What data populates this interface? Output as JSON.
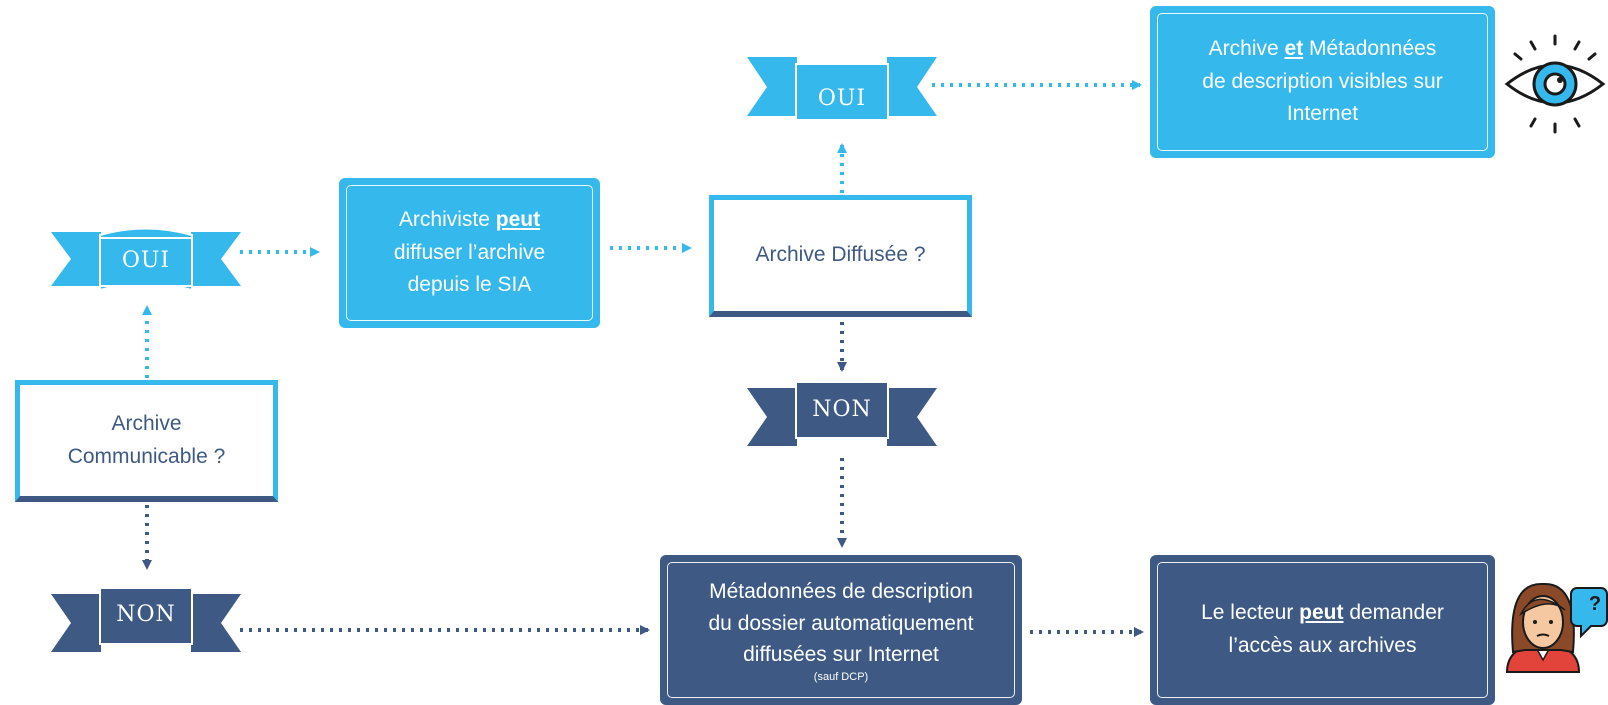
{
  "colors": {
    "light": "#35b9ec",
    "dark": "#3e5a84",
    "white": "#ffffff"
  },
  "nodes": {
    "communicable": {
      "lines": [
        "Archive",
        "Communicable ?"
      ]
    },
    "oui_left": {
      "label": "OUI"
    },
    "non_left": {
      "label": "NON"
    },
    "archiviste": {
      "pre": "Archiviste ",
      "emph": "peut",
      "post_lines": [
        "diffuser l’archive",
        "depuis le SIA"
      ]
    },
    "diffusee": {
      "label": "Archive Diffusée ?"
    },
    "oui_top": {
      "label": "OUI"
    },
    "non_mid": {
      "label": "NON"
    },
    "visible": {
      "pre": "Archive ",
      "emph": "et",
      "post": " Métadonnées",
      "lines": [
        "de description visibles sur",
        "Internet"
      ]
    },
    "metadata": {
      "lines": [
        "Métadonnées de description",
        "du dossier automatiquement",
        "diffusées sur Internet"
      ],
      "note": "(sauf DCP)"
    },
    "lecteur": {
      "pre": "Le lecteur ",
      "emph": "peut",
      "post": " demander",
      "line2": "l’accès aux archives"
    }
  },
  "icons": {
    "eye": "eye-icon",
    "reader": "reader-question-icon",
    "question_mark": "?"
  }
}
